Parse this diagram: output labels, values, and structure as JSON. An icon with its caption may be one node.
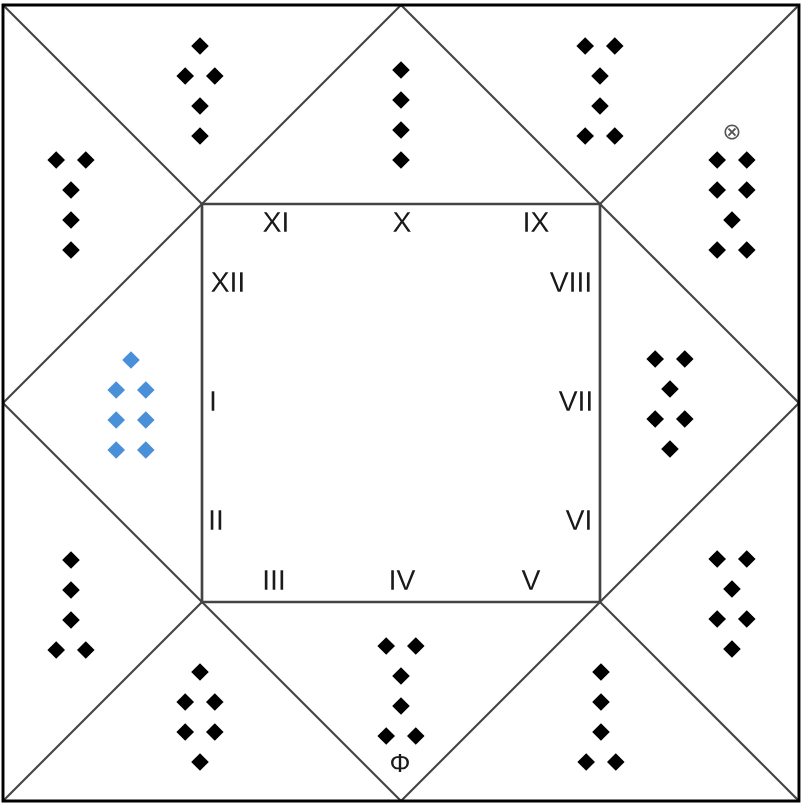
{
  "diagram": {
    "labels": [
      "⊗",
      "XI",
      "X",
      "IX",
      "XII",
      "VIII",
      "I",
      "VII",
      "II",
      "VI",
      "III",
      "IV",
      "V",
      "Φ"
    ]
  }
}
